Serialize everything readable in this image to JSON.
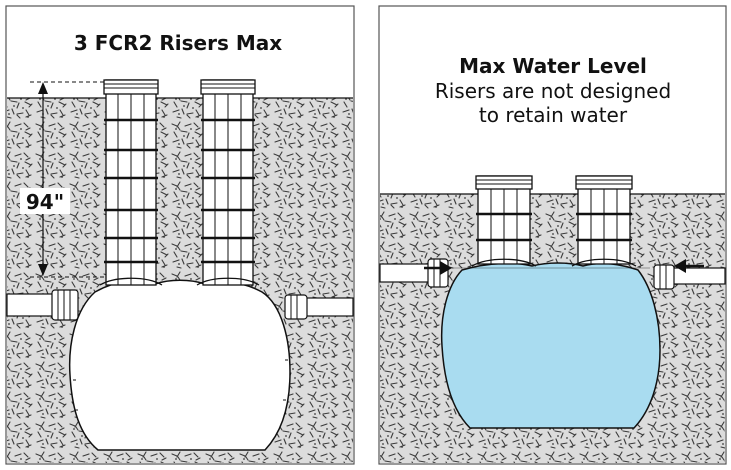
{
  "left_panel": {
    "title": "3 FCR2 Risers Max",
    "depth_label": "94\""
  },
  "right_panel": {
    "title": "Max Water Level",
    "subtitle_line1": "Risers are not designed",
    "subtitle_line2": "to retain water"
  },
  "colors": {
    "soil_background": "#d9d9d9",
    "soil_speckle": "#333333",
    "outline": "#111111",
    "water": "#a9dcf0",
    "tank_empty": "#ffffff",
    "panel_border": "#555555"
  }
}
